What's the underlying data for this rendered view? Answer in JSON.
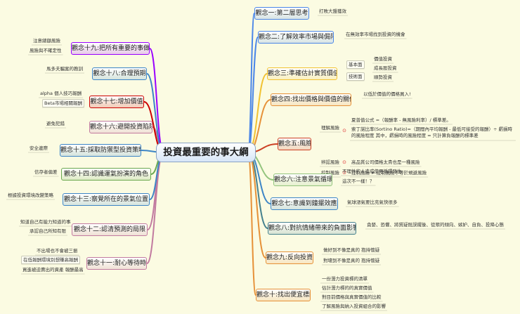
{
  "central": "投資最重要的事大綱",
  "colors": {
    "c1": "#4a86e8",
    "c2": "#4a86e8",
    "c3": "#f1c232",
    "c4": "#e69138",
    "c5": "#cc4125",
    "c6": "#93c47d",
    "c7": "#3d85c6",
    "c8": "#45818e",
    "c9": "#e69138",
    "c10": "#e69138",
    "c11": "#c27ba0",
    "c12": "#c27ba0",
    "c13": "#3d85c6",
    "c14": "#6aa84f",
    "c15": "#3d85c6",
    "c16": "#c27ba0",
    "c17": "#cc0000",
    "c18": "#3d85c6",
    "c19": "#9900ff"
  },
  "right": {
    "c1": {
      "label": "觀念一:第二層思考",
      "subs": [
        "打敗大盤獲效"
      ]
    },
    "c2": {
      "label": "觀念二:了解效率市場與侷限",
      "subs": [
        "在無效率市場找到投資的機會"
      ]
    },
    "c3": {
      "label": "觀念三:準確估計實質價值",
      "left_a": "基本面",
      "left_b": "技術面",
      "subs": [
        "價值投資",
        "成長股投資",
        "順勢投資"
      ]
    },
    "c4": {
      "label": "觀念四:找出價格與價值的關係",
      "subs": [
        "以低於價值的價格買入!"
      ]
    },
    "c5": {
      "label": "觀念五:風險",
      "groups": [
        "理解風險",
        "辨認風險",
        "控制風險"
      ],
      "subs": [
        "夏普值公式 =（報酬率 - 無風險利率）/ 標準差。",
        "索丁諾比率(Sortino Ratio)=（期間內平均報酬 - 最低可接受的報酬）÷ 虧損時的風險程度 其中，虧損時的風險程度 = 只計算負報酬的標準差",
        "高品質公司價格太貴也是一種風險",
        "控制風險 ≠ 控制風險不等於規避風險"
      ]
    },
    "c6": {
      "label": "觀念六:注意景氣循環",
      "subs": [
        "不理性的人造成使用循環發生",
        "這次不一樣！？"
      ]
    },
    "c7": {
      "label": "觀念七:意識到鐘擺效應",
      "subs": [
        "氣球漲氣要比充氣快很多"
      ]
    },
    "c8": {
      "label": "觀念八:對抗情緒帶來的負面影響",
      "subs": [
        "貪婪、恐懼、將質疑既誤擺後、從眾的傾向、嫉妒、自負、投降心態"
      ]
    },
    "c9": {
      "label": "觀念九:反向投資",
      "subs": [
        "做好到不像是真的 抱持懷疑",
        "對壞到不像是真的 抱持懷疑"
      ]
    },
    "c10": {
      "label": "觀念十:找出便宜標的",
      "subs": [
        "一份潛力投資標的清單",
        "估計潛力標的的真實價值",
        "對目前價格與真實價值的比較",
        "了解風險與納入投資組合的影響"
      ]
    }
  },
  "left": {
    "c11": {
      "label": "觀念十一:耐心等待時機",
      "subs": [
        "不出場也不會被三振",
        "在低報酬環境別想賺高報酬",
        "買進被迫賣出的資產 報酬最高"
      ]
    },
    "c12": {
      "label": "觀念十二:認清預測的局限",
      "subs": [
        "知道自己有能力知道的事",
        "承認自己所知有限"
      ]
    },
    "c13": {
      "label": "觀念十三:察覺所在的景氣位置",
      "subs": [
        "根據投資環境改變策略"
      ]
    },
    "c14": {
      "label": "觀念十四:認識運氣扮演的角色",
      "subs": [
        "信存者偏差"
      ]
    },
    "c15": {
      "label": "觀念十五:採取防禦型投資策略",
      "subs": [
        "安全邊際"
      ]
    },
    "c16": {
      "label": "觀念十六:避開投資陷阱",
      "subs": [
        "避免犯錯"
      ]
    },
    "c17": {
      "label": "觀念十七:增加價值",
      "subs": [
        "alpha 個人技巧報酬",
        "Beta市場相關報酬"
      ]
    },
    "c18": {
      "label": "觀念十八:合理預期",
      "subs": [
        "馬多夫騙案的教訓"
      ]
    },
    "c19": {
      "label": "觀念十九:把所有重要的事做好",
      "subs": [
        "注意總額風險",
        "風險與不確定性"
      ]
    }
  }
}
